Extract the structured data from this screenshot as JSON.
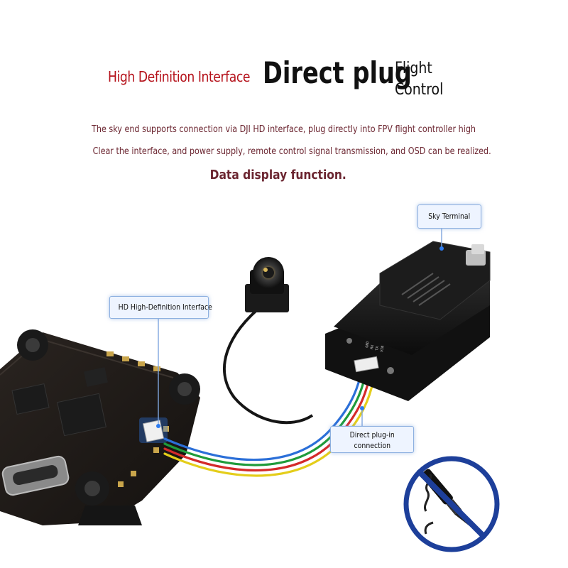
{
  "headline": {
    "red_text": "High Definition Interface",
    "big_text": "Direct plug",
    "small_line1": "Flight",
    "small_line2": "Control"
  },
  "description": {
    "line1": "The sky end supports connection via DJI HD interface, plug directly into FPV flight controller high",
    "line2": "Clear the interface, and power supply, remote control signal transmission, and OSD can be realized.",
    "line3": "Data display function."
  },
  "callouts": {
    "sky_terminal": "Sky Terminal",
    "hd_interface": "HD High-Definition Interface",
    "direct_line1": "Direct plug-in",
    "direct_line2": "connection"
  },
  "colors": {
    "headline_red": "#b5121b",
    "description_text": "#6b2530",
    "callout_border": "#8db0e0",
    "no_sign_blue": "#1d3f9a"
  },
  "icons": {
    "no_soldering": "no-soldering-icon"
  }
}
